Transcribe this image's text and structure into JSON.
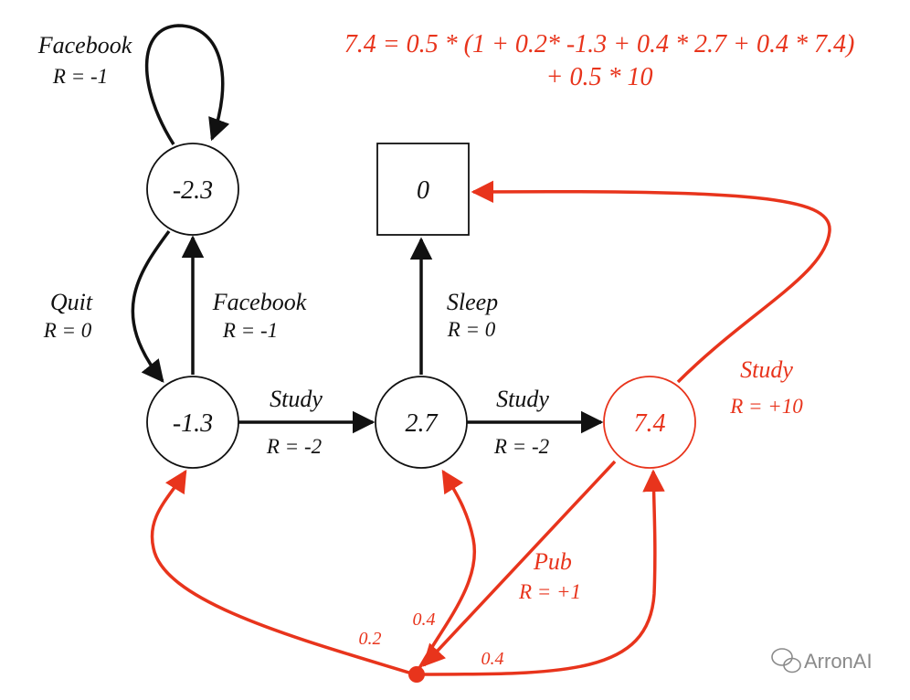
{
  "equation": {
    "line1": "7.4 = 0.5 * (1 + 0.2* -1.3 + 0.4 * 2.7 + 0.4 * 7.4)",
    "line2": "+ 0.5 * 10"
  },
  "states": {
    "facebook": {
      "value": "-2.3"
    },
    "class1": {
      "value": "-1.3"
    },
    "class2": {
      "value": "2.7"
    },
    "class3": {
      "value": "7.4"
    },
    "sleep": {
      "value": "0"
    }
  },
  "transitions": {
    "facebook_loop": {
      "action": "Facebook",
      "reward": "R = -1"
    },
    "quit": {
      "action": "Quit",
      "reward": "R = 0"
    },
    "facebook_from_class1": {
      "action": "Facebook",
      "reward": "R = -1"
    },
    "study_1_2": {
      "action": "Study",
      "reward": "R = -2"
    },
    "study_2_3": {
      "action": "Study",
      "reward": "R = -2"
    },
    "sleep": {
      "action": "Sleep",
      "reward": "R = 0"
    },
    "study_3_end": {
      "action": "Study",
      "reward": "R = +10"
    },
    "pub": {
      "action": "Pub",
      "reward": "R = +1"
    }
  },
  "pub_probabilities": {
    "to_class1": "0.2",
    "to_class2": "0.4",
    "to_class3": "0.4"
  },
  "watermark": "ArronAI",
  "colors": {
    "black": "#111111",
    "highlight": "#e8341c",
    "watermark": "#8a8a8a"
  }
}
